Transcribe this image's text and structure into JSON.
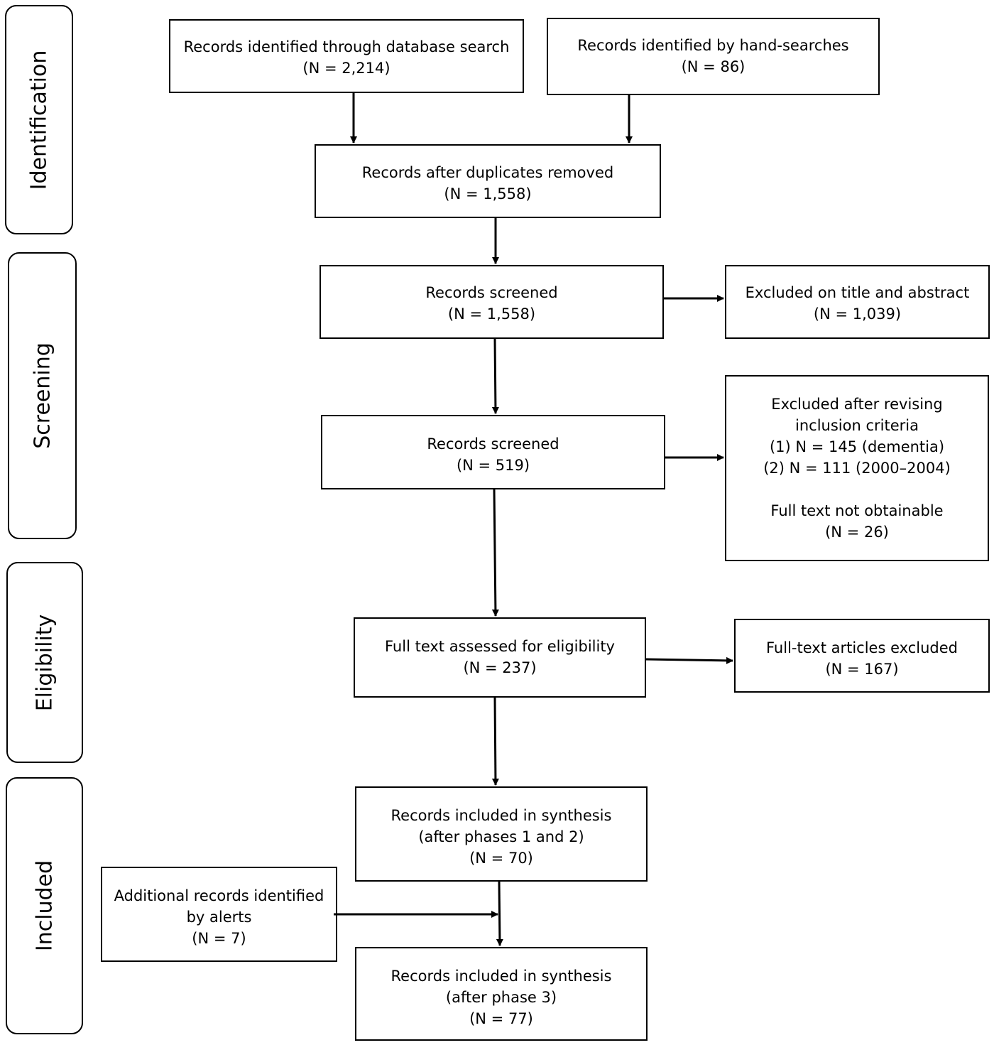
{
  "phases": {
    "identification": "Identification",
    "screening": "Screening",
    "eligibility": "Eligibility",
    "included": "Included"
  },
  "boxes": {
    "database_search": {
      "line1": "Records identified through database search",
      "line2": "(N = 2,214)"
    },
    "hand_searches": {
      "line1": "Records identified by hand-searches",
      "line2": "(N = 86)"
    },
    "duplicates_removed": {
      "line1": "Records after duplicates removed",
      "line2": "(N = 1,558)"
    },
    "screened_1": {
      "line1": "Records screened",
      "line2": "(N = 1,558)"
    },
    "excluded_title_abstract": {
      "line1": "Excluded on title and abstract",
      "line2": "(N = 1,039)"
    },
    "screened_2": {
      "line1": "Records screened",
      "line2": "(N = 519)"
    },
    "excluded_revising": {
      "line1": "Excluded after revising",
      "line2": "inclusion criteria",
      "line3": "(1) N = 145 (dementia)",
      "line4": "(2) N = 111 (2000–2004)",
      "line5": "Full text not obtainable",
      "line6": "(N = 26)"
    },
    "full_text_assessed": {
      "line1": "Full text assessed for eligibility",
      "line2": "(N = 237)"
    },
    "full_text_excluded": {
      "line1": "Full-text articles excluded",
      "line2": "(N = 167)"
    },
    "included_phase12": {
      "line1": "Records included in synthesis",
      "line2": "(after phases 1 and 2)",
      "line3": "(N = 70)"
    },
    "additional_alerts": {
      "line1": "Additional records identified",
      "line2": "by alerts",
      "line3": "(N = 7)"
    },
    "included_phase3": {
      "line1": "Records included in synthesis",
      "line2": "(after phase 3)",
      "line3": "(N = 77)"
    }
  }
}
